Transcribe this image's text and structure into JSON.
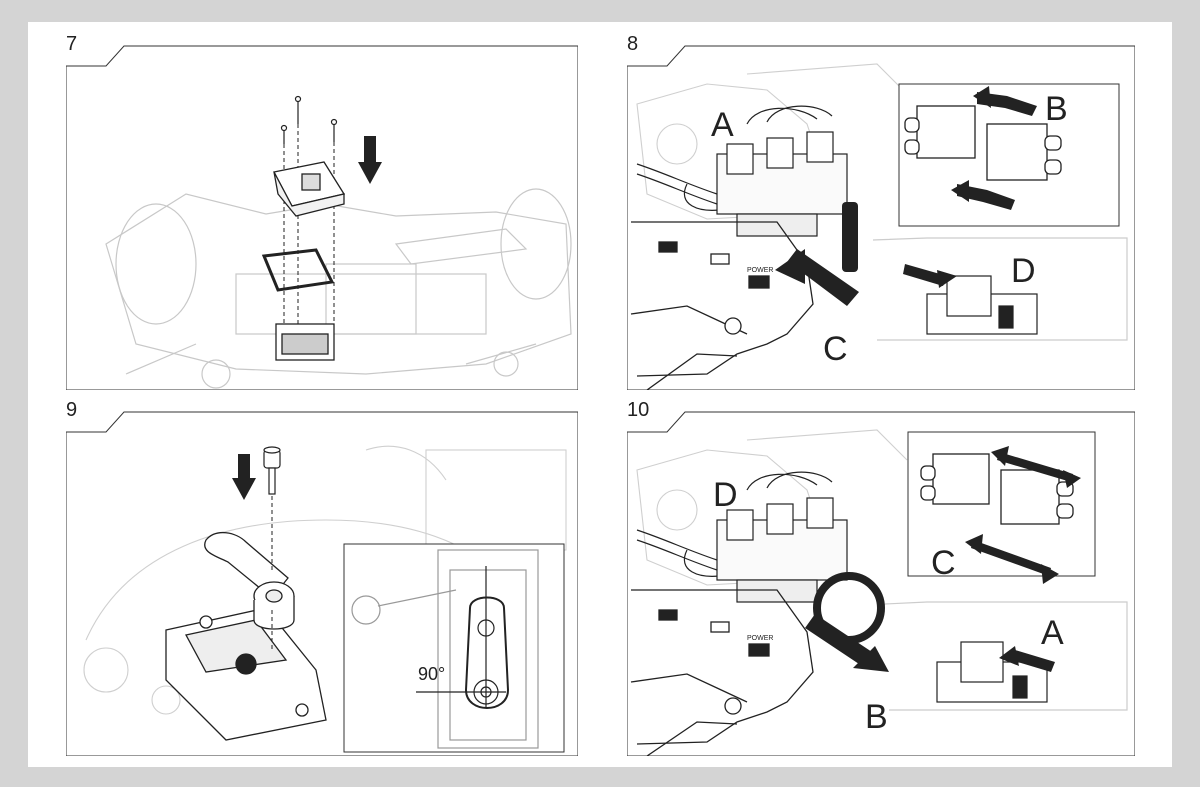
{
  "steps": [
    {
      "number": "7"
    },
    {
      "number": "8",
      "labels": {
        "a": "A",
        "b": "B",
        "c": "C",
        "d": "D"
      }
    },
    {
      "number": "9",
      "angle": "90°"
    },
    {
      "number": "10",
      "labels": {
        "a": "A",
        "b": "B",
        "c": "C",
        "d": "D"
      }
    }
  ],
  "icons": {
    "step8_status": "prohibited-bar-icon",
    "step10_status": "ok-circle-icon"
  },
  "switch_labels": [
    "POWER"
  ],
  "colors": {
    "line": "#222222",
    "ghost": "#c8c8c8",
    "background": "#d4d4d4"
  }
}
